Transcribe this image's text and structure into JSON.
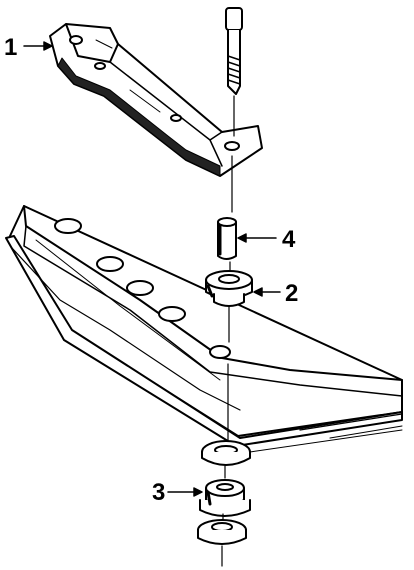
{
  "callouts": {
    "part_1": "1",
    "part_2": "2",
    "part_3": "3",
    "part_4": "4"
  },
  "colors": {
    "ink": "#000000",
    "paper": "#ffffff"
  }
}
